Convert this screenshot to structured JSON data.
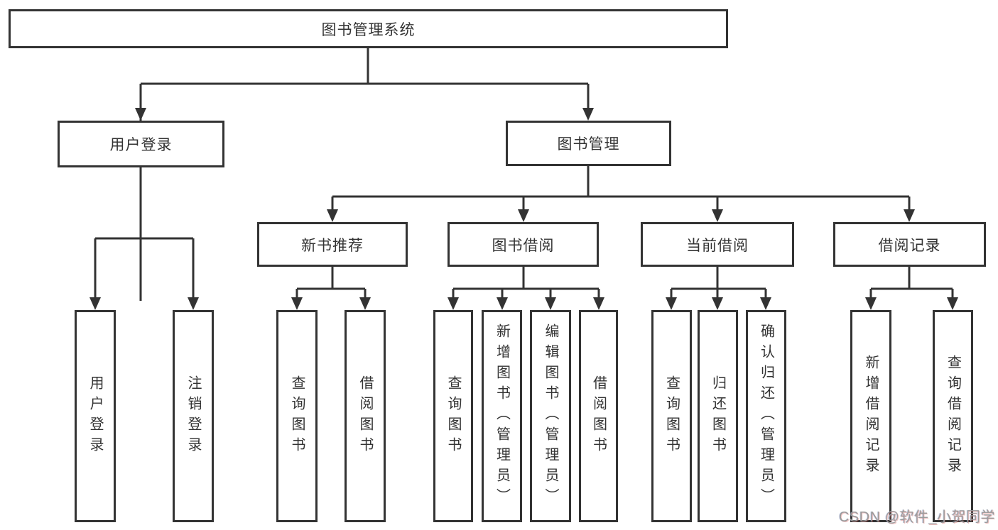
{
  "diagram": {
    "tree": {
      "label": "图书管理系统",
      "children": [
        {
          "label": "用户登录",
          "children": [
            {
              "label": "用户登录"
            },
            {
              "label": "注销登录"
            }
          ]
        },
        {
          "label": "图书管理",
          "children": [
            {
              "label": "新书推荐",
              "children": [
                {
                  "label": "查询图书"
                },
                {
                  "label": "借阅图书"
                }
              ]
            },
            {
              "label": "图书借阅",
              "children": [
                {
                  "label": "查询图书"
                },
                {
                  "label": "新增图书（管理员）"
                },
                {
                  "label": "编辑图书（管理员）"
                },
                {
                  "label": "借阅图书"
                }
              ]
            },
            {
              "label": "当前借阅",
              "children": [
                {
                  "label": "查询图书"
                },
                {
                  "label": "归还图书"
                },
                {
                  "label": "确认归还（管理员）"
                }
              ]
            },
            {
              "label": "借阅记录",
              "children": [
                {
                  "label": "新增借阅记录"
                },
                {
                  "label": "查询借阅记录"
                }
              ]
            }
          ]
        }
      ]
    },
    "watermark": "CSDN @软件_小贺同学",
    "colors": {
      "line": "#333333",
      "box_border": "#333333",
      "text": "#333333",
      "background": "#ffffff",
      "watermark": "#9b9b9b"
    }
  }
}
